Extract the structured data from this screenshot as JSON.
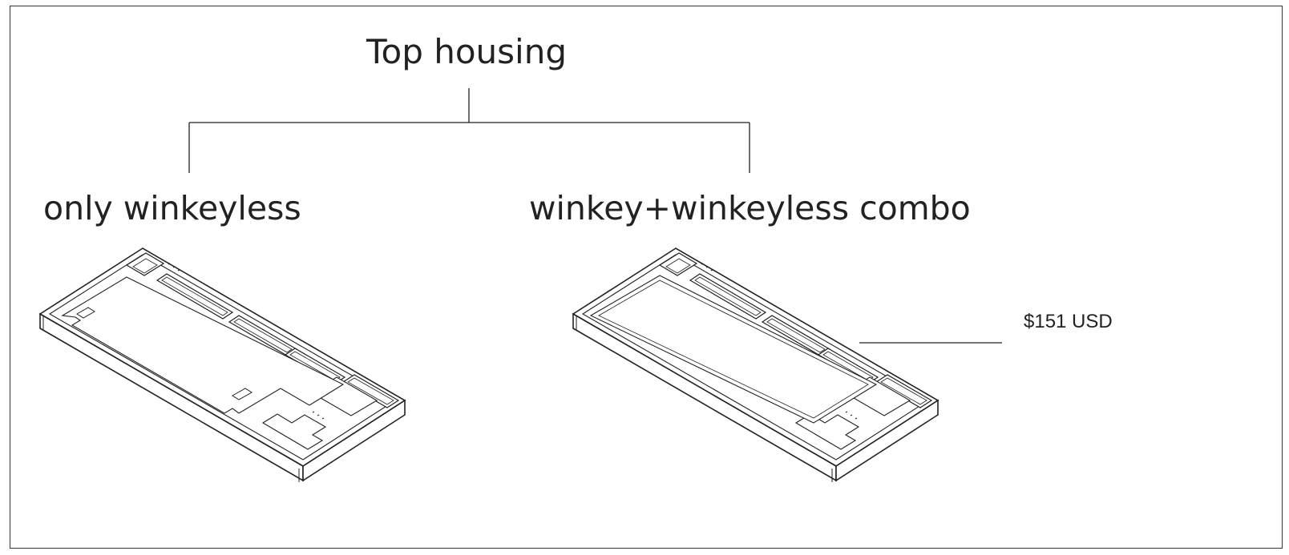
{
  "diagram": {
    "title": "Top housing",
    "options": [
      {
        "label": "only winkeyless"
      },
      {
        "label": "winkey+winkeyless combo"
      }
    ],
    "price_callout": "$151 USD"
  },
  "colors": {
    "line": "#222222",
    "border": "#333333",
    "background": "#ffffff"
  }
}
